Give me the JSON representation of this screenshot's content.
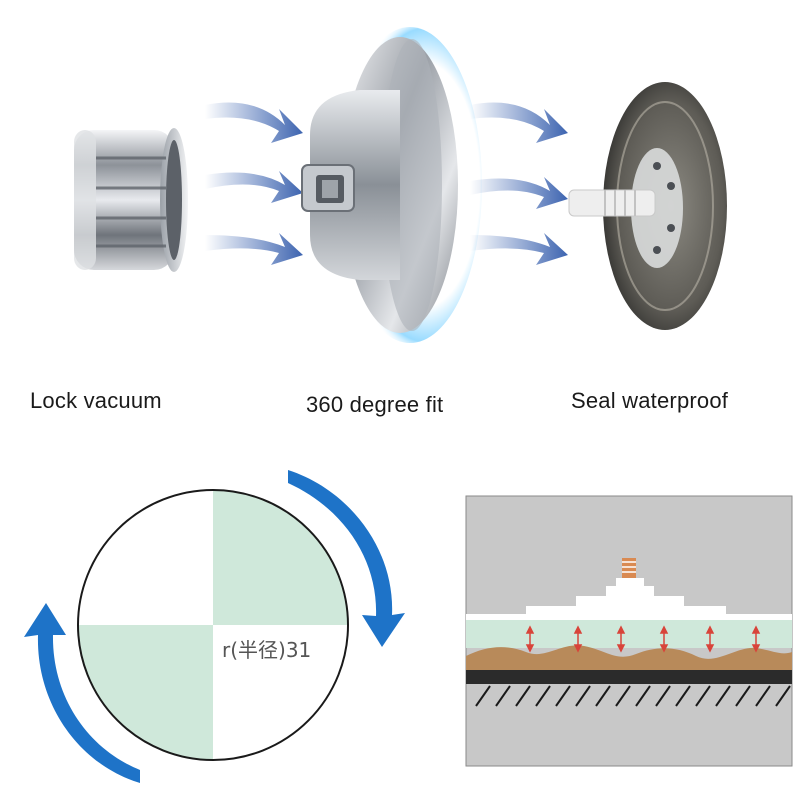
{
  "features": [
    {
      "label": "Lock vacuum",
      "icon": "chrome-knob-icon"
    },
    {
      "label": "360 degree fit",
      "icon": "suction-base-icon"
    },
    {
      "label": "Seal waterproof",
      "icon": "suction-cup-icon"
    }
  ],
  "diagram": {
    "radius_label": "r(半径)31",
    "quadrant_color": "#cfe8da",
    "rotate_arrow_color": "#1e73c8"
  },
  "colors": {
    "flow_arrow": "#3d64b0",
    "chrome": "#b8bcc2",
    "seal_ground": "#c9a27a",
    "surface_gray": "#c8c8c8"
  }
}
